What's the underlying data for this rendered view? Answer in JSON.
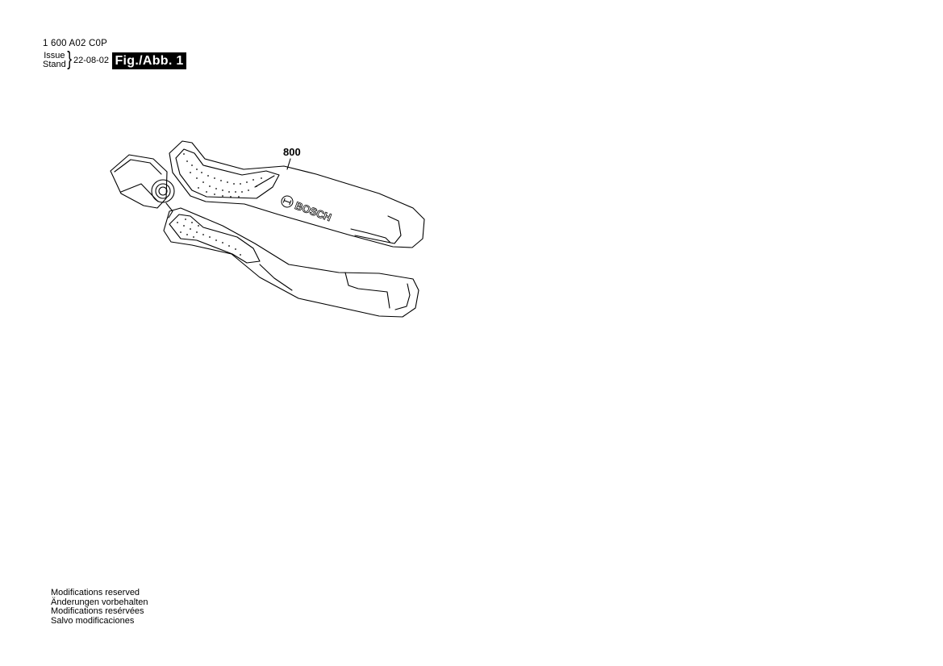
{
  "header": {
    "part_number": "1 600 A02 C0P",
    "issue_label": "Issue",
    "stand_label": "Stand",
    "issue_date": "22-08-02",
    "figure_label": "Fig./Abb. 1"
  },
  "drawing": {
    "part_reference": "800",
    "brand_text": "BOSCH"
  },
  "footer": {
    "lines": [
      "Modifications reserved",
      "Änderungen vorbehalten",
      "Modifications resérvées",
      "Salvo modificaciones"
    ]
  }
}
